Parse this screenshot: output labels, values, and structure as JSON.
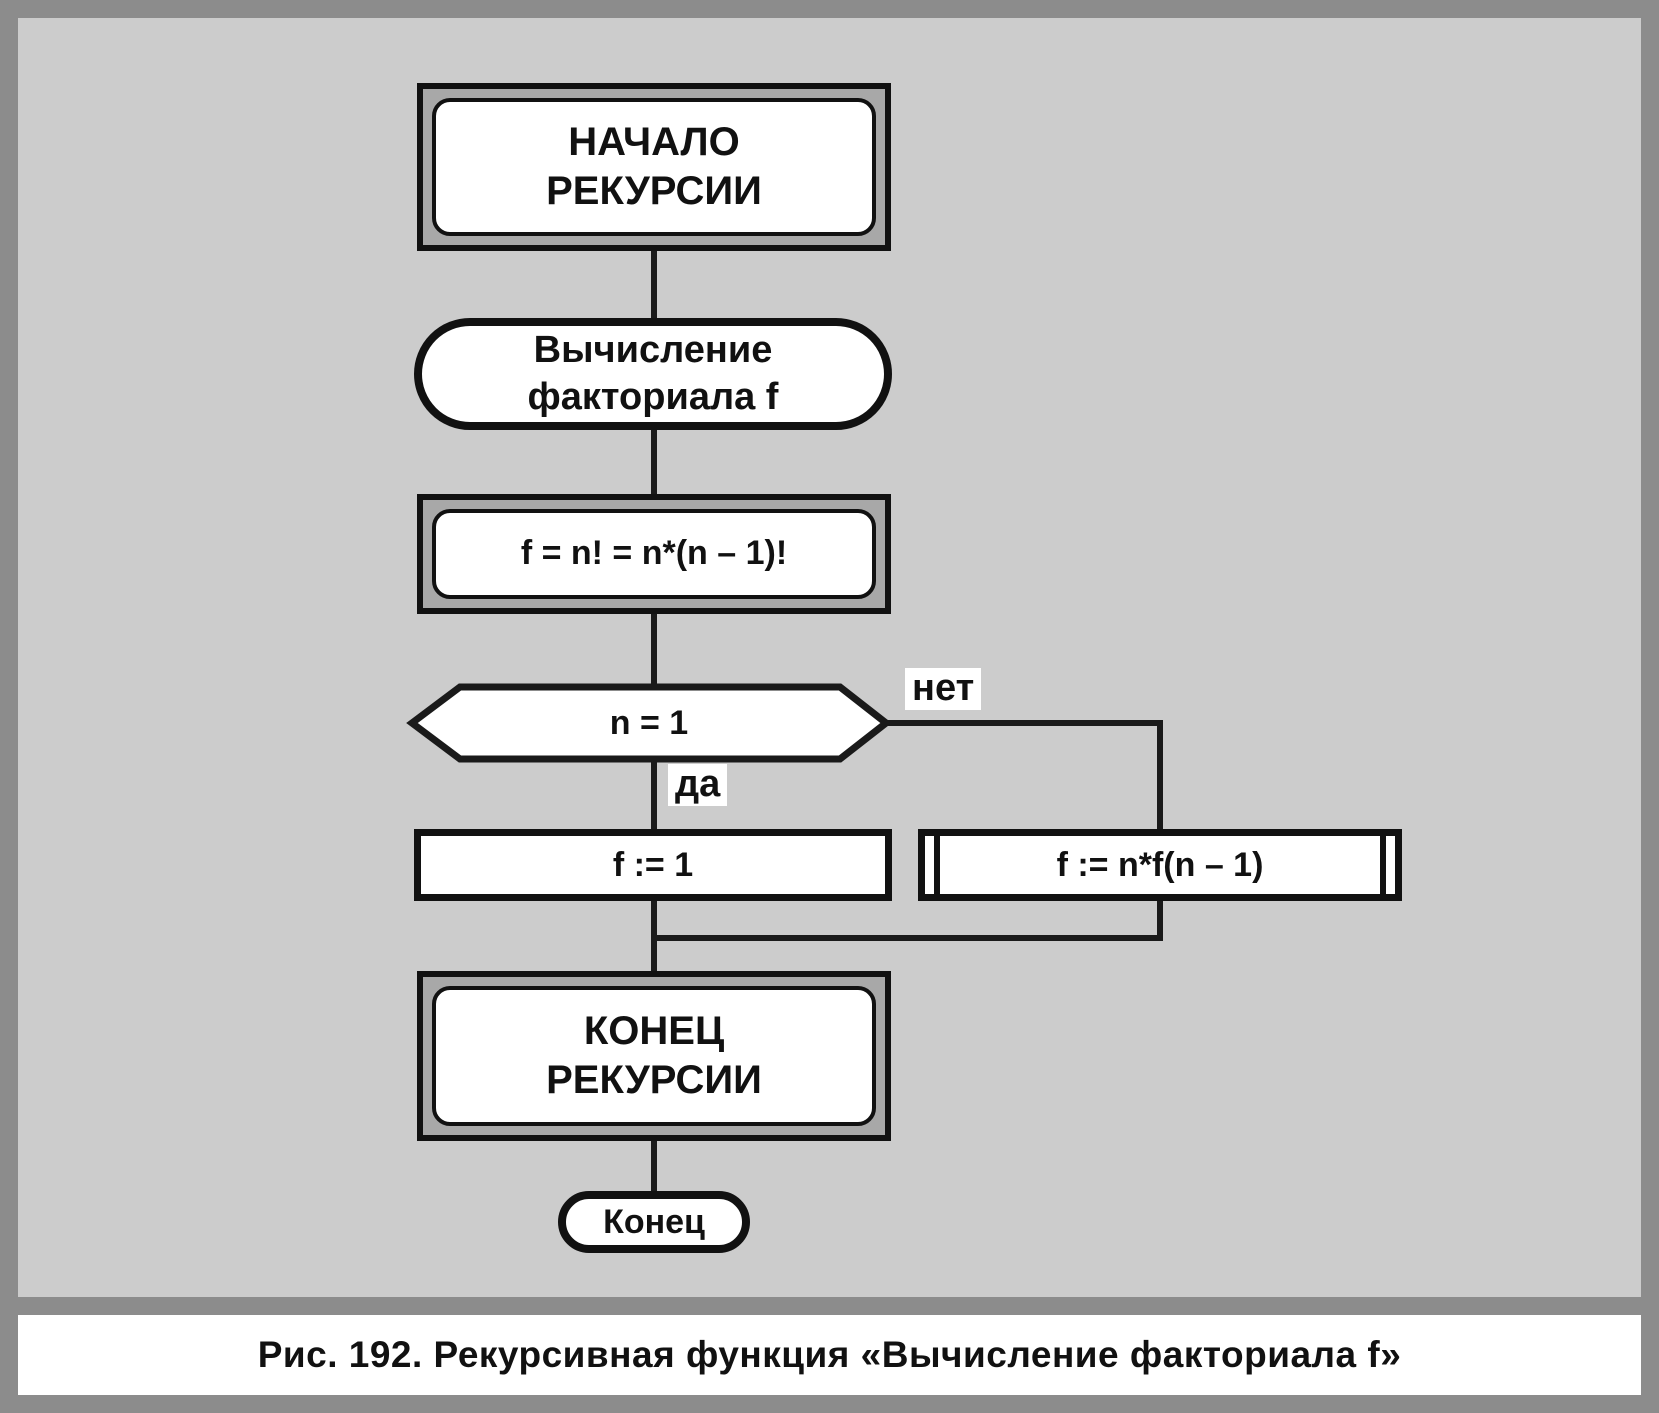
{
  "figure": {
    "caption": "Рис. 192. Рекурсивная функция «Вычисление факториала f»"
  },
  "flowchart": {
    "start": {
      "shape": "double-framed-terminator",
      "line1": "НАЧАЛО",
      "line2": "РЕКУРСИИ"
    },
    "call": {
      "shape": "stadium",
      "line1": "Вычисление",
      "line2": "факториала f"
    },
    "formula": {
      "shape": "double-framed-process",
      "label": "f = n! = n*(n – 1)!"
    },
    "decision": {
      "shape": "hexagon",
      "label": "n = 1"
    },
    "edge_yes": {
      "label": "да"
    },
    "edge_no": {
      "label": "нет"
    },
    "assign_base": {
      "shape": "process",
      "label": "f := 1"
    },
    "recurse": {
      "shape": "predefined-process",
      "label": "f := n*f(n – 1)"
    },
    "end_recursion": {
      "shape": "double-framed-terminator",
      "line1": "КОНЕЦ",
      "line2": "РЕКУРСИИ"
    },
    "end": {
      "shape": "stadium",
      "label": "Конец"
    }
  },
  "colors": {
    "frame": "#8c8c8c",
    "canvas": "#cccccc",
    "double_frame_band": "#a8a8a8",
    "line": "#1a1a1a",
    "node_fill": "#ffffff",
    "caption_background": "#ffffff",
    "ink": "#111111"
  }
}
